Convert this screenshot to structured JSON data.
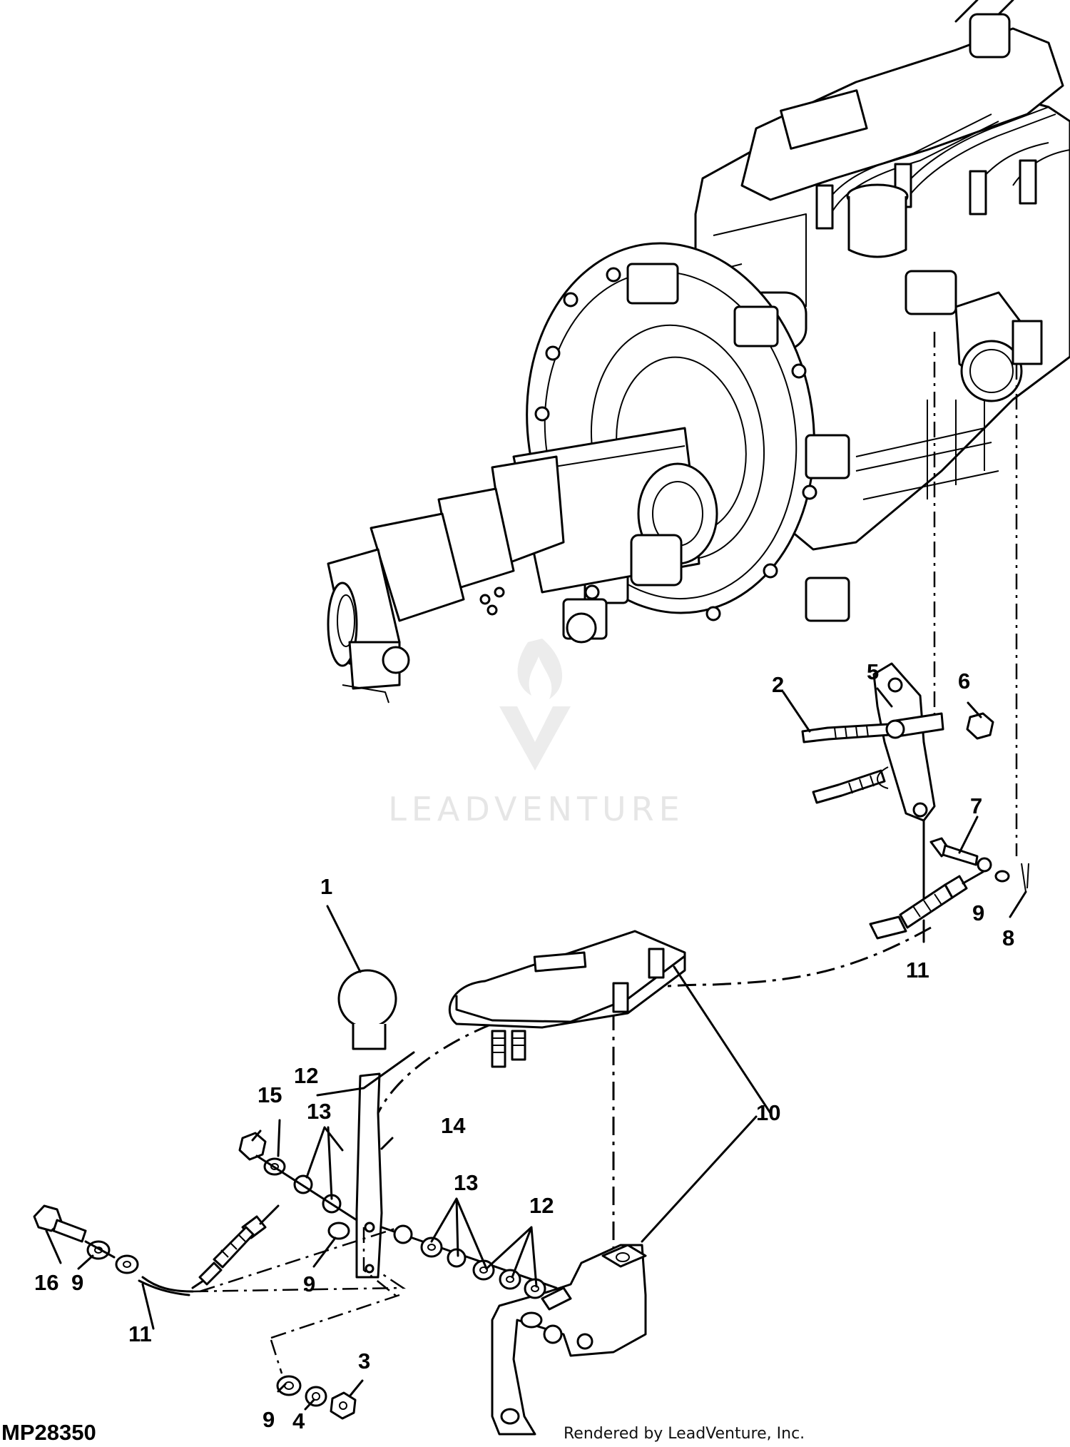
{
  "figure_id": "MP28350",
  "credit": "Rendered by LeadVenture, Inc.",
  "watermark": {
    "text": "LEADVENTURE",
    "icon": "flame-v-logo-icon"
  },
  "callouts": [
    "1",
    "2",
    "3",
    "4",
    "5",
    "6",
    "7",
    "8",
    "9",
    "9",
    "9",
    "9",
    "10",
    "11",
    "11",
    "12",
    "12",
    "13",
    "13",
    "14",
    "15",
    "16"
  ]
}
